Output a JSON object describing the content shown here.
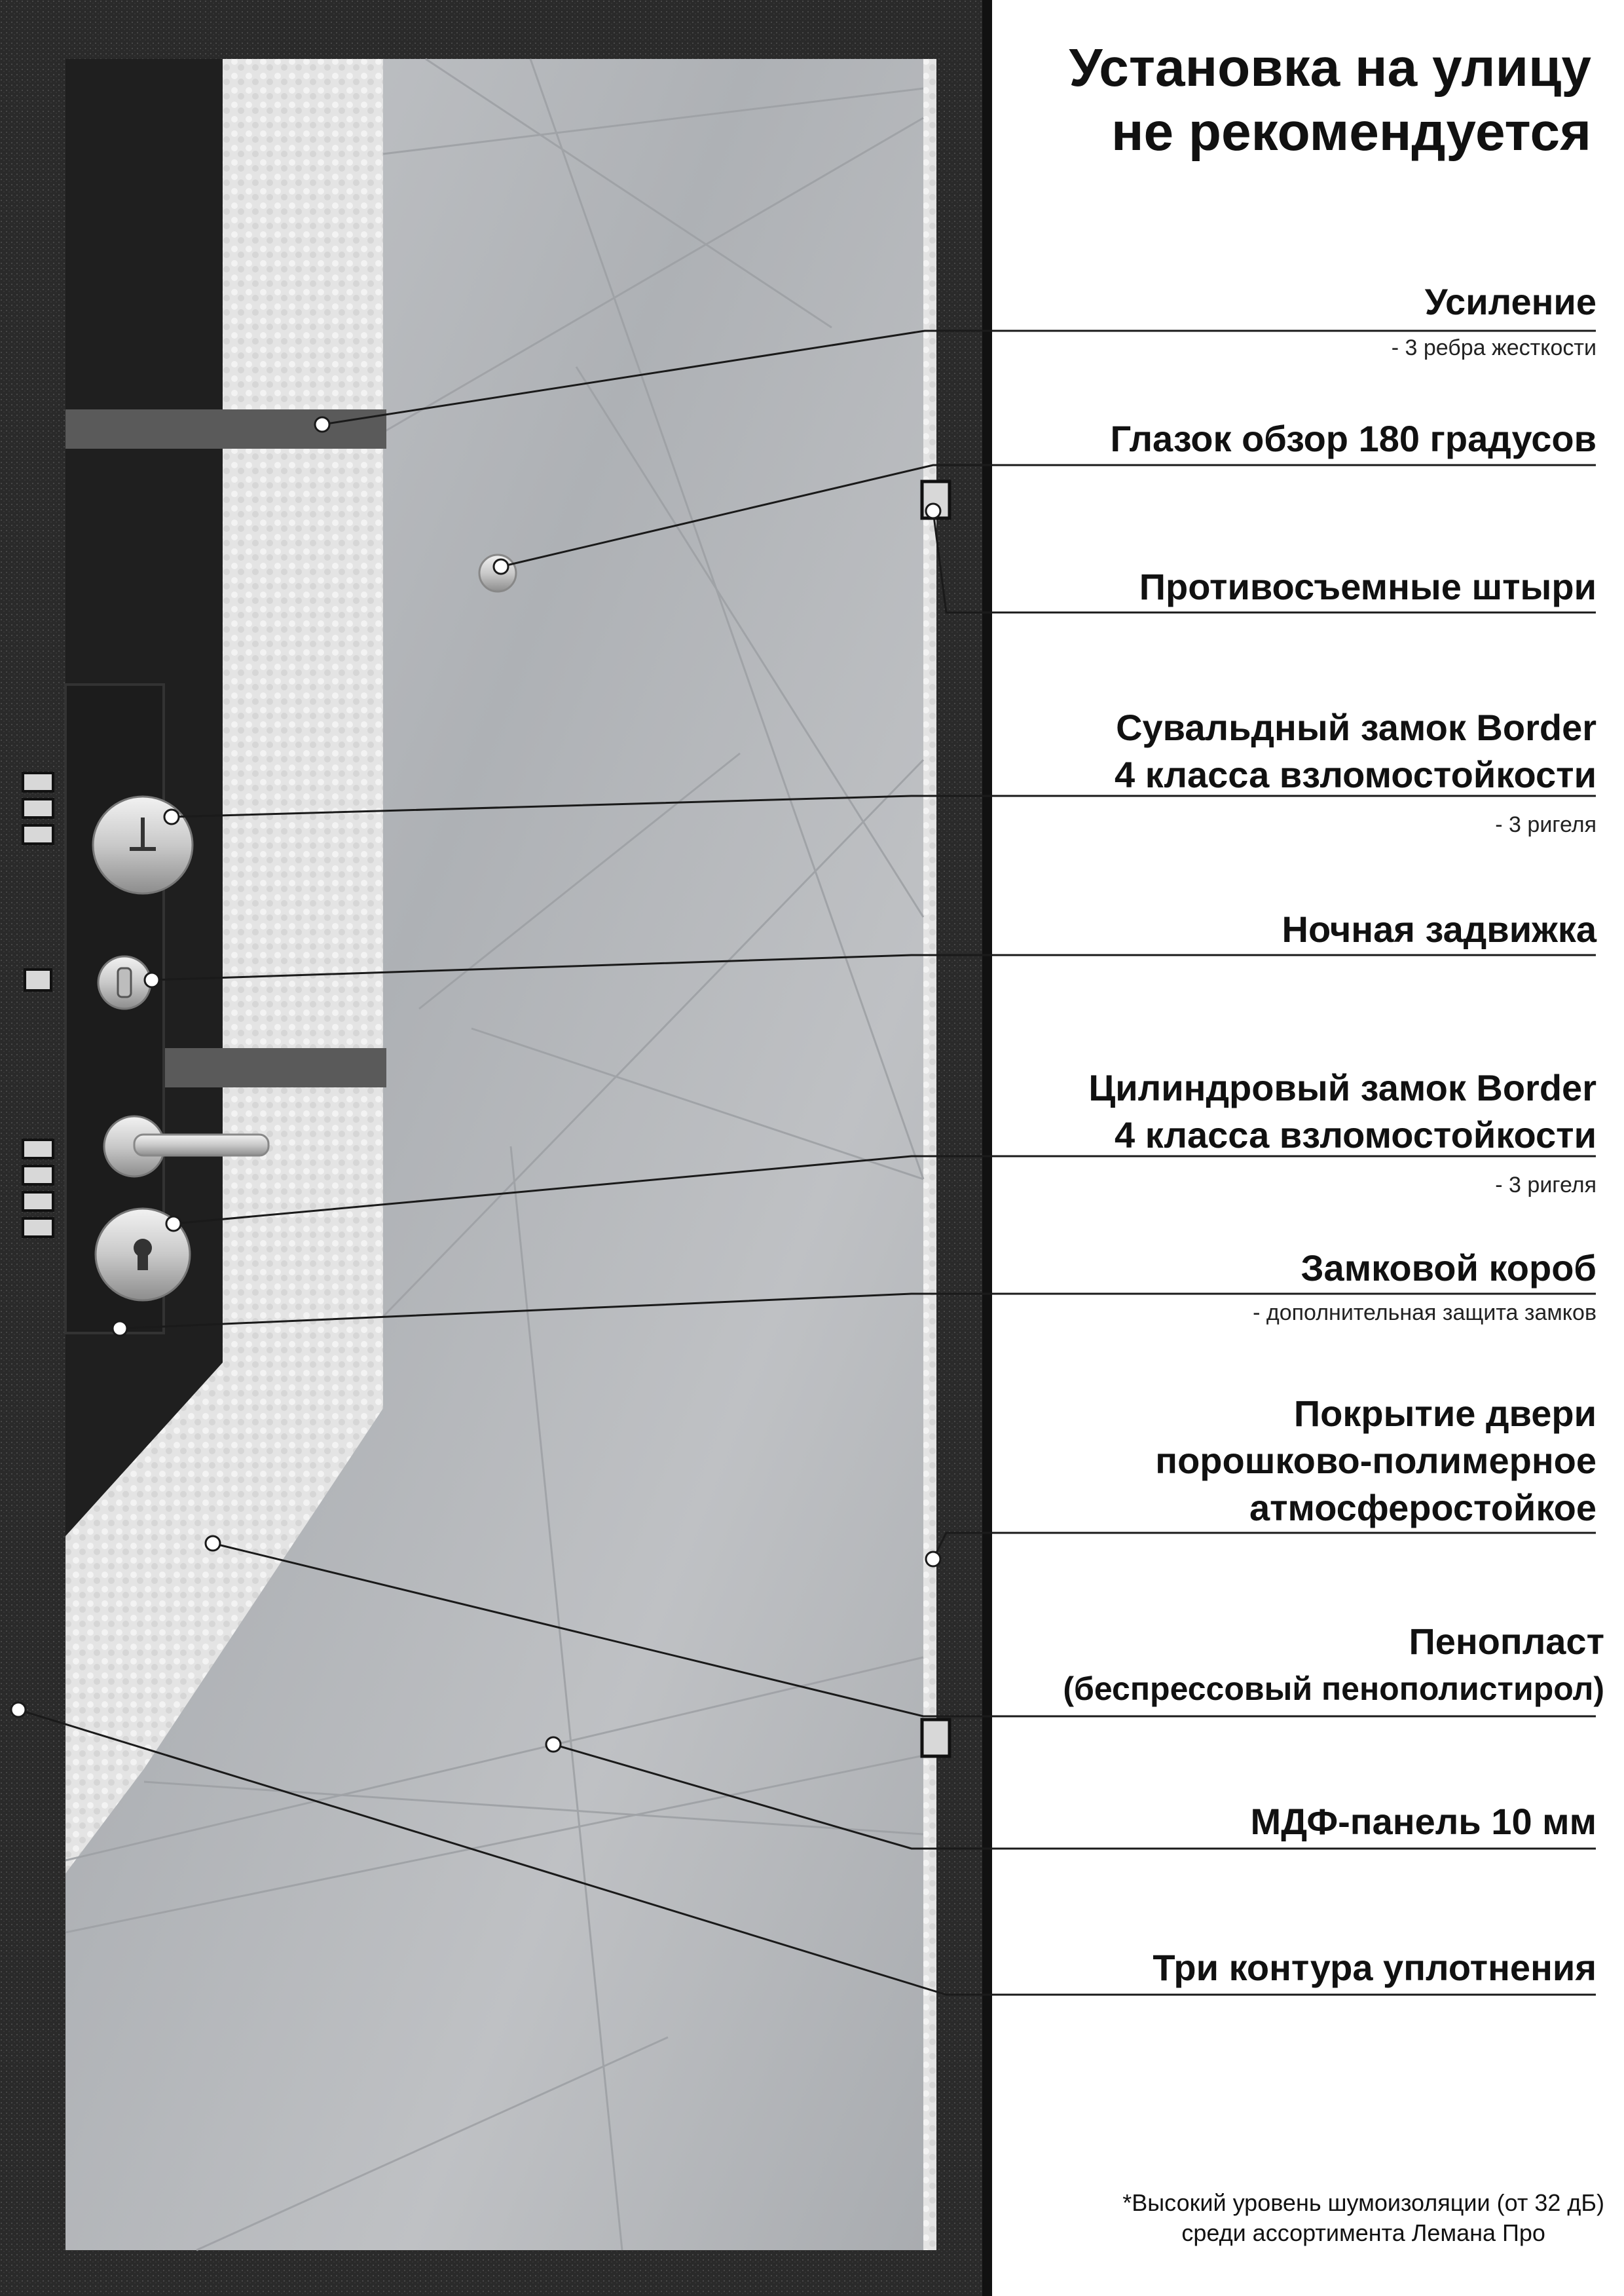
{
  "title": {
    "line1": "Установка на улицу",
    "line2": "не рекомендуется"
  },
  "features": [
    {
      "id": "reinforcement",
      "title_lines": [
        "Усиление"
      ],
      "note": "- 3 ребра жесткости"
    },
    {
      "id": "peephole",
      "title_lines": [
        "Глазок обзор 180 градусов"
      ],
      "note": ""
    },
    {
      "id": "anti-removal-pins",
      "title_lines": [
        "Противосъемные штыри"
      ],
      "note": ""
    },
    {
      "id": "lever-lock",
      "title_lines": [
        "Сувальдный замок Border",
        "4 класса взломостойкости"
      ],
      "note": "- 3 ригеля"
    },
    {
      "id": "night-latch",
      "title_lines": [
        "Ночная задвижка"
      ],
      "note": ""
    },
    {
      "id": "cylinder-lock",
      "title_lines": [
        "Цилиндровый замок Border",
        "4 класса взломостойкости"
      ],
      "note": "- 3 ригеля"
    },
    {
      "id": "lock-box",
      "title_lines": [
        "Замковой короб"
      ],
      "note": "- дополнительная защита замков"
    },
    {
      "id": "coating",
      "title_lines": [
        "Покрытие двери",
        "порошково-полимерное",
        "атмосферостойкое"
      ],
      "note": ""
    },
    {
      "id": "foam",
      "title_lines": [
        "Пенопласт",
        "(беспрессовый пенополистирол)"
      ],
      "note": ""
    },
    {
      "id": "mdf-panel",
      "title_lines": [
        "МДФ-панель 10 мм"
      ],
      "note": ""
    },
    {
      "id": "seals",
      "title_lines": [
        "Три контура уплотнения"
      ],
      "note": ""
    }
  ],
  "footnote": {
    "line1": "*Высокий уровень шумоизоляции (от 32 дБ)",
    "line2": "среди ассортимента Лемана Про"
  },
  "colors": {
    "frame": "#2b2b2b",
    "panel": "#b8babd",
    "foam": "#e6e6e6",
    "text": "#111111",
    "leader": "#1a1a1a"
  }
}
